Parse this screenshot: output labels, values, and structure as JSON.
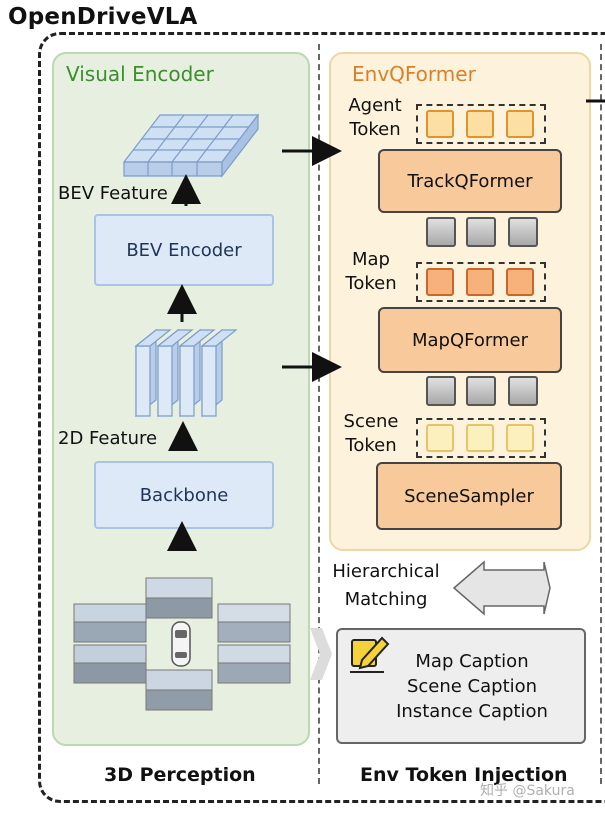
{
  "title": "OpenDriveVLA",
  "visual_encoder": {
    "title": "Visual Encoder",
    "bev_feature_label": "BEV Feature",
    "bev_encoder_label": "BEV Encoder",
    "feature_2d_label": "2D Feature",
    "backbone_label": "Backbone"
  },
  "env_qformer": {
    "title": "EnvQFormer",
    "agent_token_label": [
      "Agent",
      "Token"
    ],
    "track_qformer_label": "TrackQFormer",
    "map_token_label": [
      "Map",
      "Token"
    ],
    "map_qformer_label": "MapQFormer",
    "scene_token_label": [
      "Scene",
      "Token"
    ],
    "scene_sampler_label": "SceneSampler"
  },
  "matching": {
    "label": [
      "Hierarchical",
      "Matching"
    ]
  },
  "captions": [
    "Map Caption",
    "Scene Caption",
    "Instance Caption"
  ],
  "bottom": {
    "left": "3D Perception",
    "right": "Env Token Injection"
  },
  "watermark": "知乎 @Sakura",
  "colors": {
    "visual_panel_bg": "#e6efe0",
    "visual_title": "#3c8f2c",
    "env_panel_bg": "#fdf3dc",
    "env_title": "#d9802a",
    "qformer_box": "#f8c99a",
    "blue_box": "#dde9f7"
  }
}
